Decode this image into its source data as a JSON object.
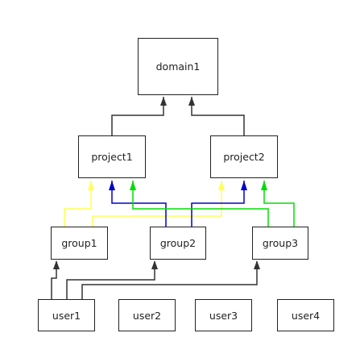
{
  "nodes": {
    "domain": "domain1",
    "project1": "project1",
    "project2": "project2",
    "group1": "group1",
    "group2": "group2",
    "group3": "group3",
    "user1": "user1",
    "user2": "user2",
    "user3": "user3",
    "user4": "user4"
  },
  "edges": [
    {
      "from": "project1",
      "to": "domain1",
      "color": "#333333"
    },
    {
      "from": "project2",
      "to": "domain1",
      "color": "#333333"
    },
    {
      "from": "group1",
      "to": "project1",
      "color": "#ffff55"
    },
    {
      "from": "group1",
      "to": "project2",
      "color": "#ffff55"
    },
    {
      "from": "group2",
      "to": "project1",
      "color": "#0000cc"
    },
    {
      "from": "group2",
      "to": "project2",
      "color": "#0000cc"
    },
    {
      "from": "group3",
      "to": "project1",
      "color": "#00dd00"
    },
    {
      "from": "group3",
      "to": "project2",
      "color": "#00dd00"
    },
    {
      "from": "user1",
      "to": "group1",
      "color": "#333333"
    },
    {
      "from": "user1",
      "to": "group2",
      "color": "#333333"
    },
    {
      "from": "user1",
      "to": "group3",
      "color": "#333333"
    }
  ],
  "colors": {
    "dark": "#333333",
    "yellow": "#ffff55",
    "blue": "#0000cc",
    "green": "#00dd00"
  }
}
